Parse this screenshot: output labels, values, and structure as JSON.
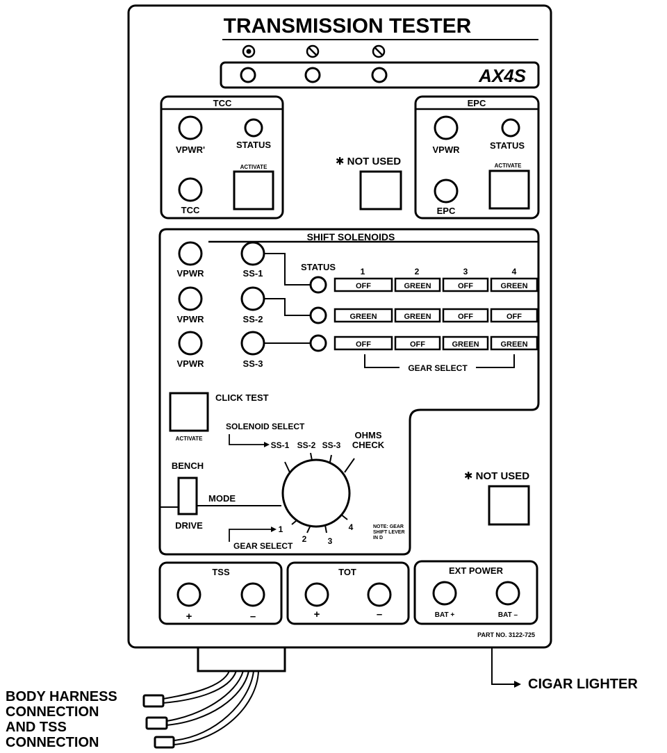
{
  "title": "TRANSMISSION TESTER",
  "model": "AX4S",
  "tcc": {
    "title": "TCC",
    "vpwr_label": "VPWR'",
    "status_label": "STATUS",
    "tcc_label": "TCC",
    "activate_label": "ACTIVATE"
  },
  "not_used_label": "✱ NOT USED",
  "epc": {
    "title": "EPC",
    "vpwr_label": "VPWR",
    "status_label": "STATUS",
    "epc_label": "EPC",
    "activate_label": "ACTIVATE"
  },
  "shift_solenoids": {
    "title": "SHIFT SOLENOIDS",
    "status_label": "STATUS",
    "vpwr_labels": [
      "VPWR",
      "VPWR",
      "VPWR"
    ],
    "ss_labels": [
      "SS-1",
      "SS-2",
      "SS-3"
    ],
    "gear_headers": [
      "1",
      "2",
      "3",
      "4"
    ],
    "rows": [
      [
        "OFF",
        "GREEN",
        "OFF",
        "GREEN"
      ],
      [
        "GREEN",
        "GREEN",
        "OFF",
        "OFF"
      ],
      [
        "OFF",
        "OFF",
        "GREEN",
        "GREEN"
      ]
    ],
    "gear_select_label": "GEAR SELECT"
  },
  "click_test": {
    "label": "CLICK TEST",
    "activate_label": "ACTIVATE"
  },
  "solenoid_select": {
    "label": "SOLENOID SELECT",
    "positions": [
      "SS-1",
      "SS-2",
      "SS-3"
    ],
    "ohms_label_1": "OHMS",
    "ohms_label_2": "CHECK"
  },
  "mode": {
    "bench_label": "BENCH",
    "mode_label": "MODE",
    "drive_label": "DRIVE"
  },
  "gear_select_dial": {
    "label": "GEAR SELECT",
    "positions": [
      "1",
      "2",
      "3",
      "4"
    ],
    "note_lines": [
      "NOTE: GEAR",
      "SHIFT LEVER",
      "IN D"
    ]
  },
  "tss": {
    "title": "TSS",
    "plus": "+",
    "minus": "–"
  },
  "tot": {
    "title": "TOT",
    "plus": "+",
    "minus": "–"
  },
  "ext_power": {
    "title": "EXT POWER",
    "plus": "BAT +",
    "minus": "BAT –"
  },
  "part_no": "PART NO. 3122-725",
  "cigar_lighter_label": "CIGAR LIGHTER",
  "harness_lines": [
    "BODY HARNESS",
    "CONNECTION",
    "AND TSS",
    "CONNECTION"
  ]
}
